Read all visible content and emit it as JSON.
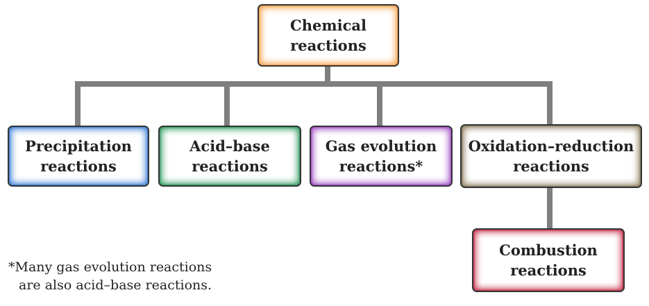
{
  "nodes": {
    "root": {
      "line1": "Chemical",
      "line2": "reactions",
      "accent": "#f5a24b"
    },
    "precipitation": {
      "line1": "Precipitation",
      "line2": "reactions",
      "accent": "#3d7fd6"
    },
    "acid_base": {
      "line1": "Acid–base",
      "line2": "reactions",
      "accent": "#2e9a5e"
    },
    "gas_evolution": {
      "line1": "Gas evolution",
      "line2": "reactions*",
      "accent": "#a04cc4"
    },
    "redox": {
      "line1": "Oxidation–reduction",
      "line2": "reactions",
      "accent": "#8a7a5a"
    },
    "combustion": {
      "line1": "Combustion",
      "line2": "reactions",
      "accent": "#c4304a"
    }
  },
  "footnote": {
    "line1": "*Many gas evolution reactions",
    "line2": "are also acid–base reactions."
  },
  "connector_color": "#7f7f7f"
}
